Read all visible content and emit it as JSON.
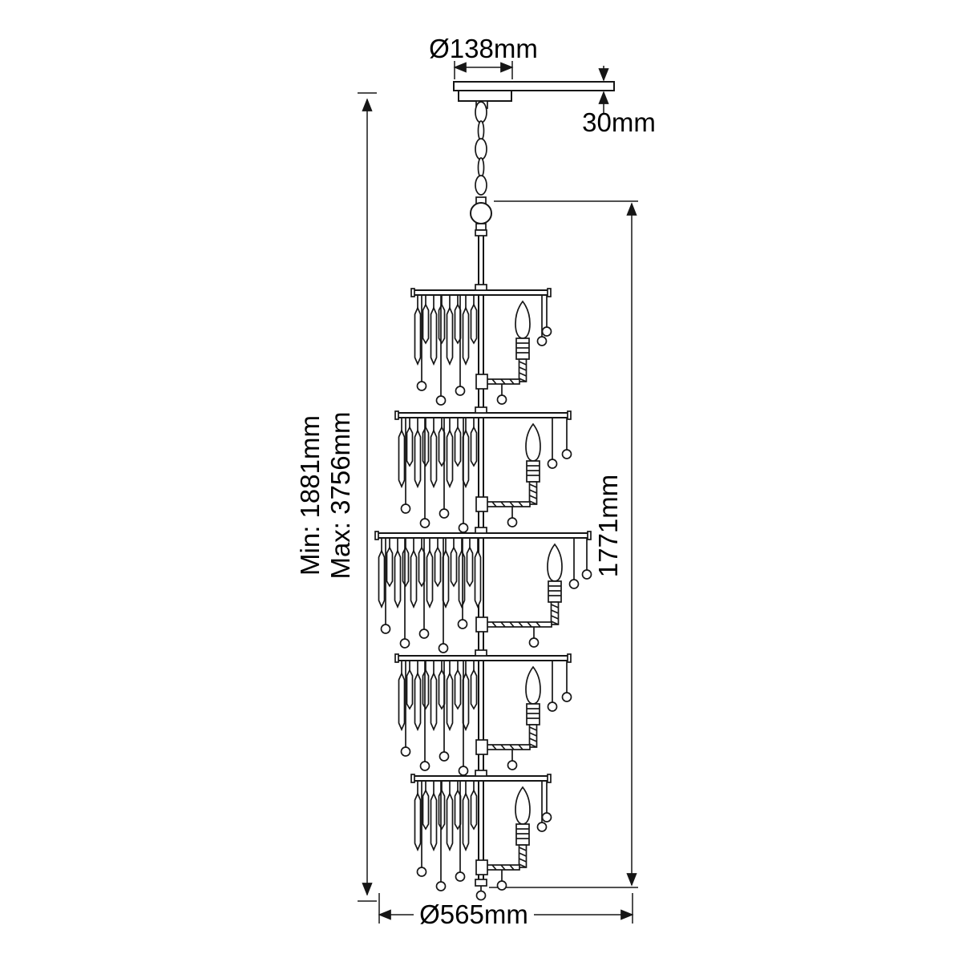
{
  "dims": {
    "canopy_diameter": "Ø138mm",
    "canopy_height": "30mm",
    "min_height": "Min: 1881mm",
    "max_height": "Max: 3756mm",
    "drop_height": "1771mm",
    "fixture_diameter": "Ø565mm"
  }
}
